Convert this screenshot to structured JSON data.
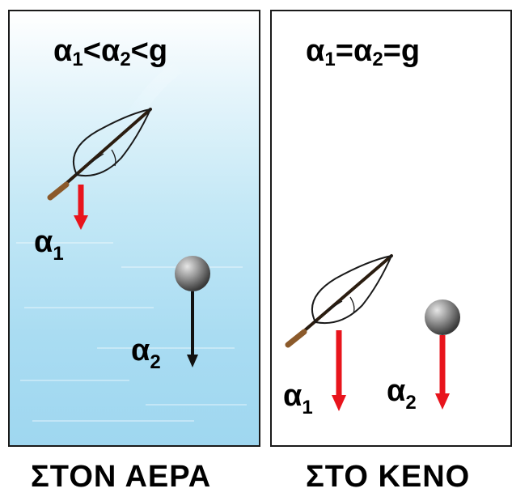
{
  "panel_air": {
    "header": {
      "a1": "α",
      "s1": "1",
      "op1": "<",
      "a2": "α",
      "s2": "2",
      "op2": "<",
      "g": "g"
    },
    "label_1": {
      "a": "α",
      "s": "1"
    },
    "label_2": {
      "a": "α",
      "s": "2"
    },
    "caption": "ΣΤΟΝ ΑΕΡΑ"
  },
  "panel_vacuum": {
    "header": {
      "a1": "α",
      "s1": "1",
      "op1": "=",
      "a2": "α",
      "s2": "2",
      "op2": "=",
      "g": "g"
    },
    "label_1": {
      "a": "α",
      "s": "1"
    },
    "label_2": {
      "a": "α",
      "s": "2"
    },
    "caption": "ΣΤΟ ΚΕΝΟ"
  },
  "colors": {
    "arrow_red": "#e8141c",
    "arrow_black": "#111111",
    "air_blue": "#a9dcf2",
    "ball_gray": "#8a8a8a"
  }
}
